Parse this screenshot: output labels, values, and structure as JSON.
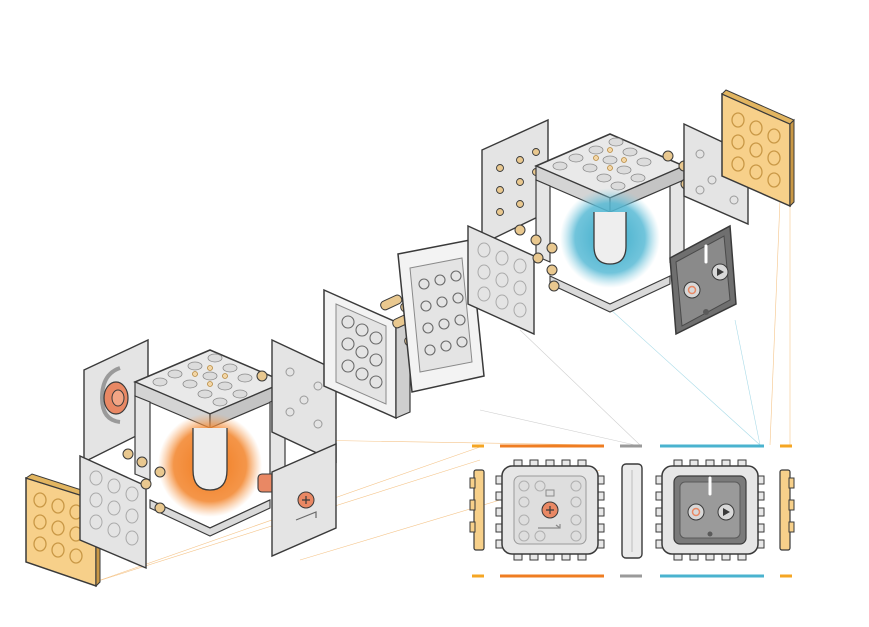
{
  "diagram": {
    "kind": "exploded isometric assembly of modular block cubes",
    "colors": {
      "outline": "#3a3a3a",
      "panel": "#e6e6e6",
      "panel_shade": "#cfcfcf",
      "wood": "#f7d08a",
      "wood_dark": "#c99846",
      "peg": "#e9c88f",
      "orange": "#ef7d22",
      "blue": "#4ab3cf",
      "copper": "#e98864",
      "dark_panel": "#6f6f6f",
      "legend_gray": "#9a9a9a"
    },
    "legend_strips": [
      {
        "id": "wood-left",
        "color": "#f5a623"
      },
      {
        "id": "orange-module",
        "color": "#ef7d22"
      },
      {
        "id": "connector",
        "color": "#9a9a9a"
      },
      {
        "id": "blue-module",
        "color": "#4ab3cf"
      },
      {
        "id": "wood-right",
        "color": "#f5a623"
      }
    ],
    "icons": [
      "power-icon",
      "play-icon",
      "plus-icon",
      "lever-icon"
    ]
  }
}
